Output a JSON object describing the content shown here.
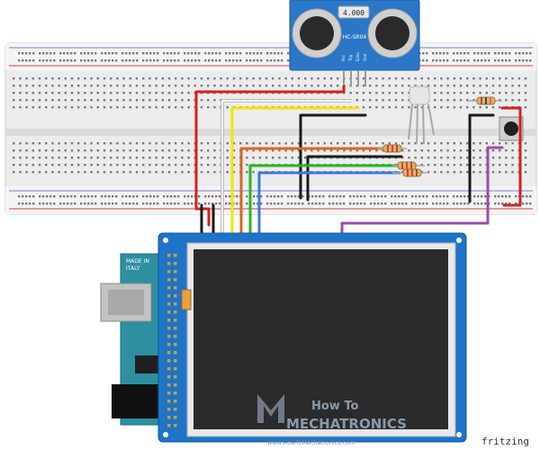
{
  "sensor": {
    "display": "4.000",
    "model": "HC-SR04",
    "pins": [
      "Vcc",
      "Trig",
      "Echo",
      "Gnd"
    ]
  },
  "arduino": {
    "made_in": "MADE IN",
    "country": "ITALY"
  },
  "watermark": {
    "title_line1": "How To",
    "title_line2": "MECHATRONICS",
    "url": "www.HowToMechatronics.com"
  },
  "footer": {
    "credit": "fritzing"
  },
  "wire_colors": {
    "red": "#d42020",
    "white": "#f2f2f2",
    "yellow": "#f2e600",
    "black": "#1a1a1a",
    "orange": "#e0641e",
    "green": "#25b825",
    "blue": "#3c78d8",
    "purple": "#9b4da8"
  },
  "board_colors": {
    "lcd_blue": "#1e74c8",
    "arduino_teal": "#2e8fa0",
    "breadboard": "#ececec"
  }
}
